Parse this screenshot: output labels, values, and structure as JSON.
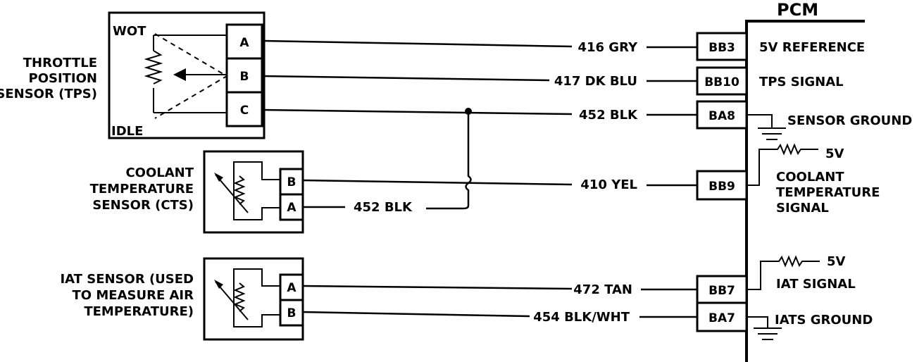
{
  "pcm": {
    "title": "PCM",
    "terminals": [
      "BB3",
      "BB10",
      "BA8",
      "BB9",
      "BB7",
      "BA7"
    ],
    "labels": {
      "bb3": "5V REFERENCE",
      "bb10": "TPS  SIGNAL",
      "ba8": "SENSOR GROUND",
      "bb9_line1": "COOLANT",
      "bb9_line2": "TEMPERATURE",
      "bb9_line3": "SIGNAL",
      "bb7": "IAT SIGNAL",
      "ba7": "IATS GROUND",
      "pullup_cts": "5V",
      "pullup_iat": "5V"
    }
  },
  "tps": {
    "label_line1": "THROTTLE",
    "label_line2": "POSITION",
    "label_line3": "SENSOR (TPS)",
    "wot": "WOT",
    "idle": "IDLE",
    "pins": [
      "A",
      "B",
      "C"
    ]
  },
  "cts": {
    "label_line1": "COOLANT",
    "label_line2": "TEMPERATURE",
    "label_line3": "SENSOR (CTS)",
    "pins": [
      "B",
      "A"
    ]
  },
  "iat": {
    "label_line1": "IAT SENSOR (USED",
    "label_line2": "TO MEASURE AIR",
    "label_line3": "TEMPERATURE)",
    "pins": [
      "A",
      "B"
    ]
  },
  "wires": {
    "w416": "416 GRY",
    "w417": "417 DK BLU",
    "w452": "452 BLK",
    "w452_cts": "452 BLK",
    "w410": "410 YEL",
    "w472": "472 TAN",
    "w454": "454 BLK/WHT"
  }
}
